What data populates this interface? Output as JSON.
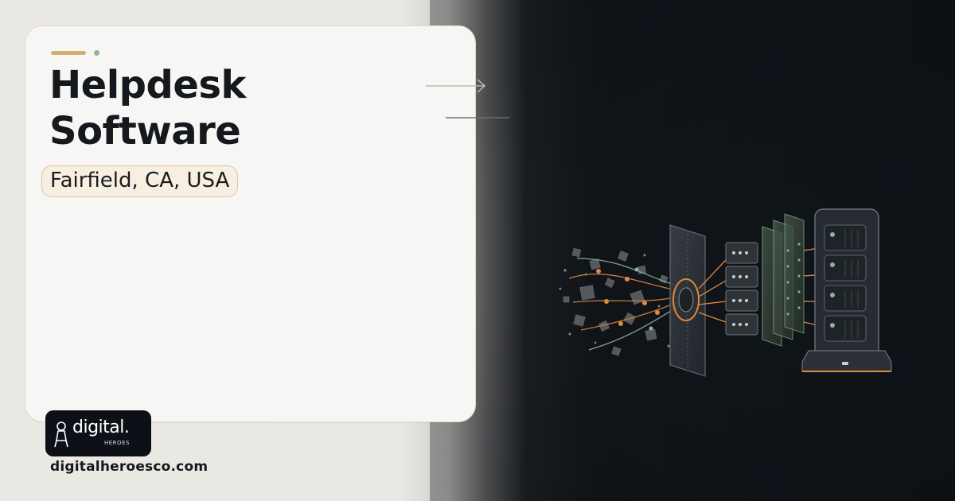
{
  "hero": {
    "title_line1": "Helpdesk",
    "title_line2": "Software",
    "location": "Fairfield, CA, USA"
  },
  "brand": {
    "logo_word": "digital.",
    "logo_sub": "HEROES",
    "website": "digitalheroesco.com"
  },
  "colors": {
    "accent_gold": "#d3ae6d",
    "accent_green": "#8fb59a",
    "node_orange": "#e08a3c",
    "dark_bg": "#0e1318",
    "card_bg": "#f6f6f4"
  },
  "icons": {
    "arrow": "arrow-right-icon",
    "logo_figure": "hero-figure-icon",
    "illustration": "data-pipeline-server-illustration"
  }
}
